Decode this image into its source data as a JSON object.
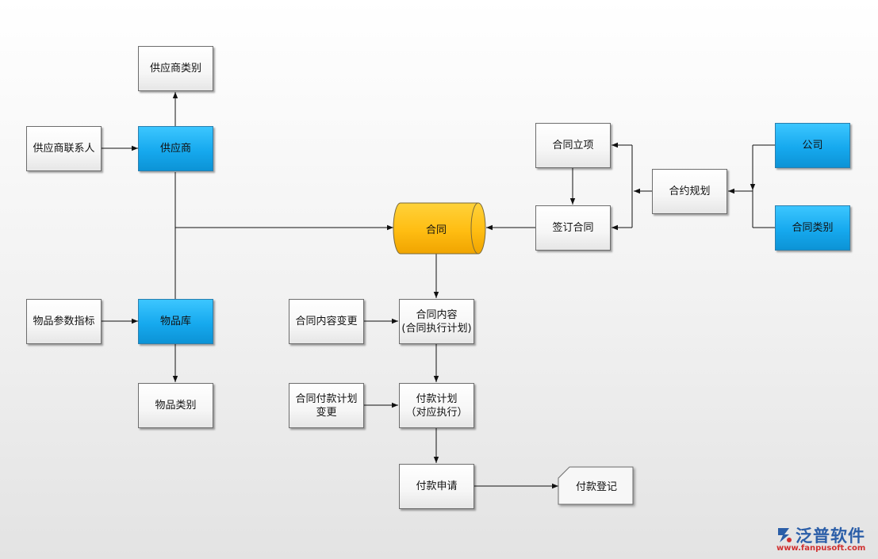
{
  "nodes": {
    "supplier_category": "供应商类别",
    "supplier_contact": "供应商联系人",
    "supplier": "供应商",
    "item_param": "物品参数指标",
    "item_library": "物品库",
    "item_category": "物品类别",
    "contract": "合同",
    "contract_setup": "合同立项",
    "sign_contract": "签订合同",
    "contract_planning": "合约规划",
    "company": "公司",
    "contract_category": "合同类别",
    "contract_content_change": "合同内容变更",
    "contract_content": "合同内容\n(合同执行计划)",
    "payment_plan_change": "合同付款计划\n变更",
    "payment_plan": "付款计划\n（对应执行）",
    "payment_request": "付款申请",
    "payment_register": "付款登记"
  },
  "colors": {
    "highlight_blue": "#16a9ee",
    "contract_yellow": "#ffc21a",
    "edge": "#111111"
  },
  "logo": {
    "brand": "泛普软件",
    "url": "www.fanpusoft.com"
  }
}
